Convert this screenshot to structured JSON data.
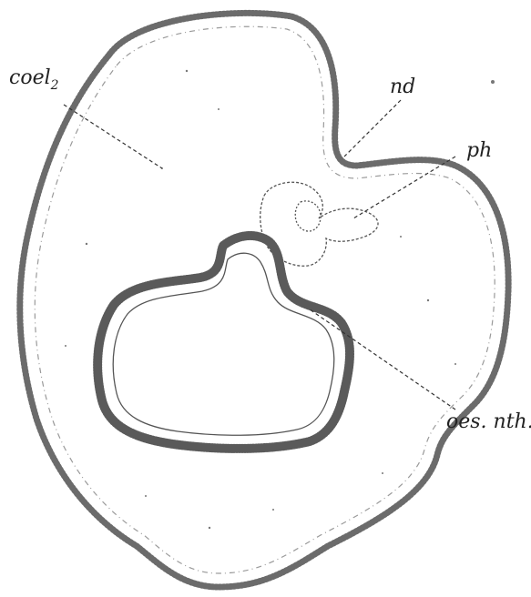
{
  "figure": {
    "labels": {
      "coel": "coel",
      "coel_sub": "2",
      "nd": "nd",
      "ph": "ph",
      "oes_nth": "oes. nth."
    }
  }
}
